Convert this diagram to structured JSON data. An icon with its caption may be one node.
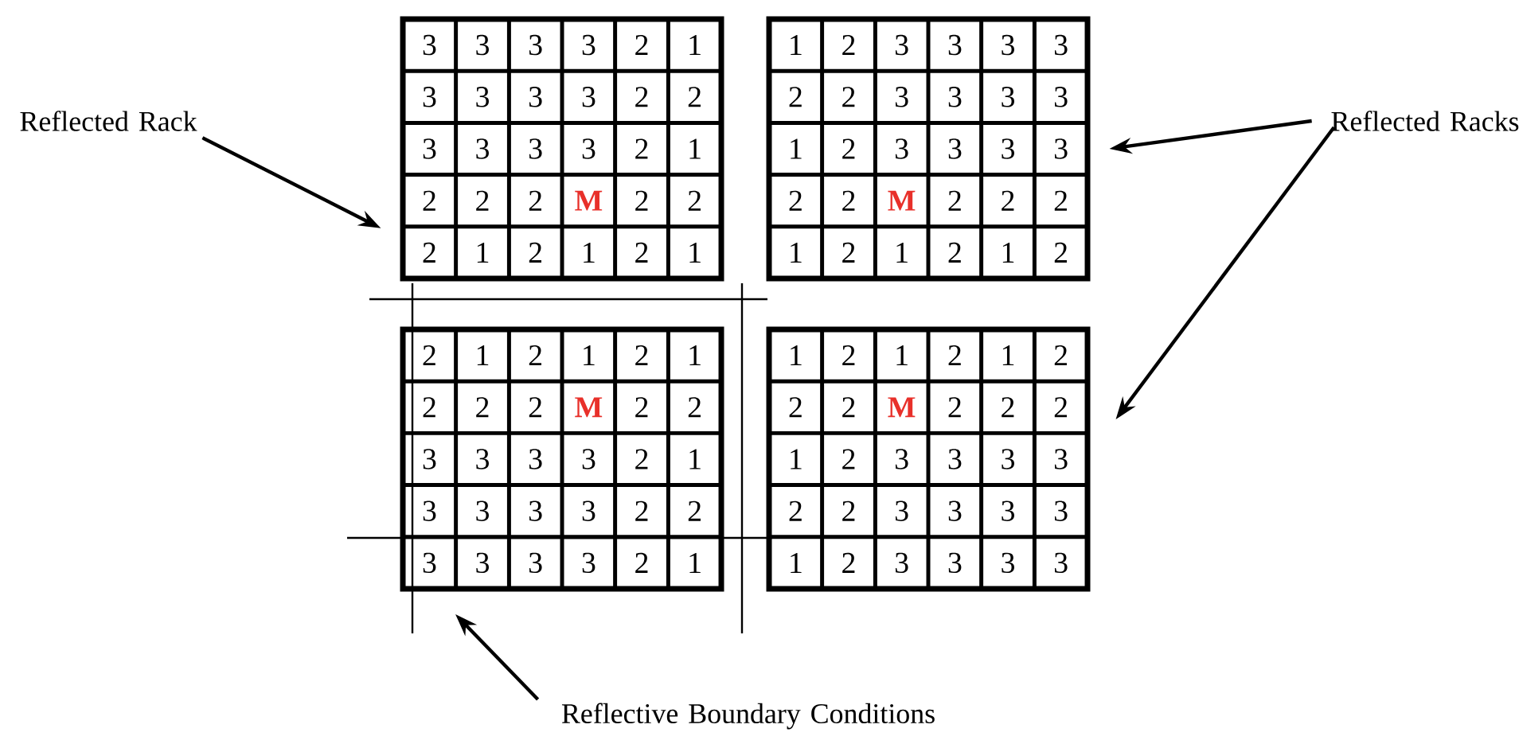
{
  "diagram": {
    "nodes": [
      {
        "text": [
          "3",
          "3",
          "3",
          "3",
          "2",
          "1",
          "3",
          "3",
          "3",
          "3",
          "2",
          "2",
          "3",
          "3",
          "3",
          "3",
          "2",
          "1",
          "2",
          "2",
          "2",
          "M",
          "2",
          "2",
          "2",
          "1",
          "2",
          "1",
          "2",
          "1"
        ]
      },
      {
        "text": [
          "1",
          "2",
          "3",
          "3",
          "3",
          "3",
          "2",
          "2",
          "3",
          "3",
          "3",
          "3",
          "1",
          "2",
          "3",
          "3",
          "3",
          "3",
          "2",
          "2",
          "M",
          "2",
          "2",
          "2",
          "1",
          "2",
          "1",
          "2",
          "1",
          "2"
        ]
      },
      {
        "text": [
          "2",
          "1",
          "2",
          "1",
          "2",
          "1",
          "2",
          "2",
          "2",
          "M",
          "2",
          "2",
          "3",
          "3",
          "3",
          "3",
          "2",
          "1",
          "3",
          "3",
          "3",
          "3",
          "2",
          "2",
          "3",
          "3",
          "3",
          "3",
          "2",
          "1"
        ]
      },
      {
        "text": [
          "1",
          "2",
          "1",
          "2",
          "1",
          "2",
          "2",
          "2",
          "M",
          "2",
          "2",
          "2",
          "1",
          "2",
          "3",
          "3",
          "3",
          "3",
          "2",
          "2",
          "3",
          "3",
          "3",
          "3",
          "1",
          "2",
          "3",
          "3",
          "3",
          "3"
        ]
      },
      {
        "text": [
          "Reflected Rack"
        ]
      },
      {
        "text": [
          "Reflected Racks"
        ]
      },
      {
        "text": [
          "Reflective Boundary Conditions"
        ]
      }
    ],
    "edges": [
      {
        "from": 4,
        "to": 0,
        "arrow": "to"
      },
      {
        "from": 5,
        "to": 1,
        "arrow": "to"
      },
      {
        "from": 5,
        "to": 3,
        "arrow": "to"
      },
      {
        "from": 6,
        "to": null,
        "arrow": "to"
      }
    ]
  }
}
